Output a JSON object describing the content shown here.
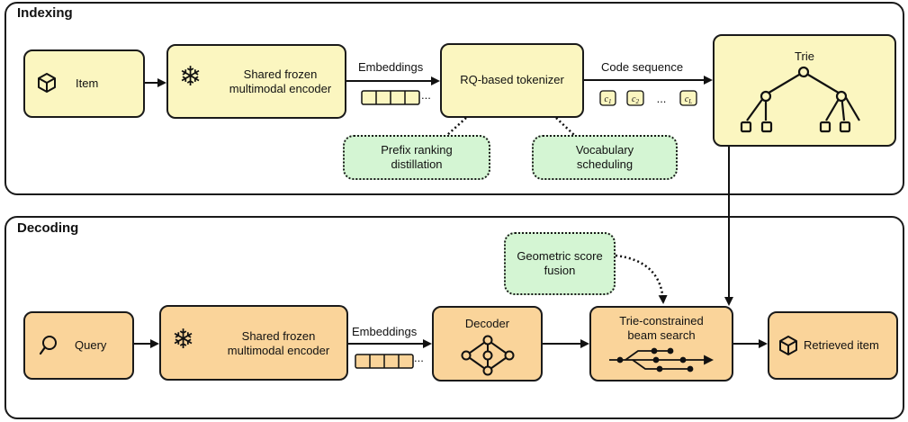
{
  "indexing": {
    "title": "Indexing",
    "item_label": "Item",
    "encoder_label": "Shared frozen multimodal encoder",
    "embeddings_label": "Embeddings",
    "tokenizer_label": "RQ-based tokenizer",
    "code_sequence_label": "Code sequence",
    "codes": [
      "c1",
      "c2",
      "cL"
    ],
    "ellipsis": "...",
    "trie_label": "Trie",
    "prefix_label": "Prefix ranking distillation",
    "vocab_label": "Vocabulary scheduling"
  },
  "decoding": {
    "title": "Decoding",
    "query_label": "Query",
    "encoder_label": "Shared frozen multimodal encoder",
    "embeddings_label": "Embeddings",
    "decoder_label": "Decoder",
    "beam_label": "Trie-constrained beam search",
    "retrieved_label": "Retrieved item",
    "fusion_label": "Geometric score fusion"
  },
  "colors": {
    "indexing_fill": "#fbf6c0",
    "decoding_fill": "#fad49a",
    "technique_fill": "#d4f5d3"
  }
}
